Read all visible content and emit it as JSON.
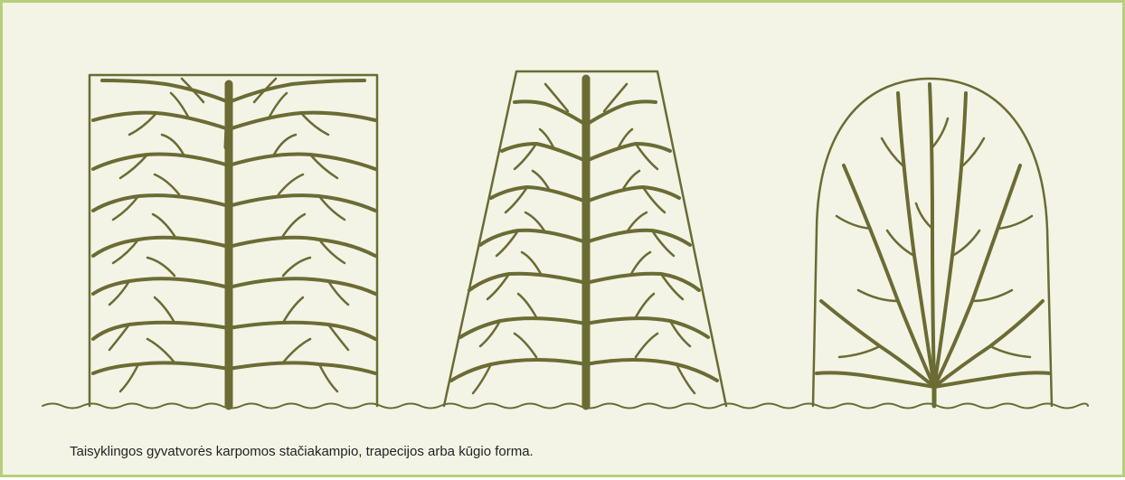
{
  "caption": "Taisyklingos gyvatvorės karpomos stačiakampio, trapecijos arba kūgio forma.",
  "figure": {
    "shapes": [
      "rectangle",
      "trapezoid",
      "cone"
    ]
  },
  "colors": {
    "background": "#f3f4e6",
    "border": "#b6cf7c",
    "branch": "#6b6b34",
    "caption_text": "#222222"
  }
}
